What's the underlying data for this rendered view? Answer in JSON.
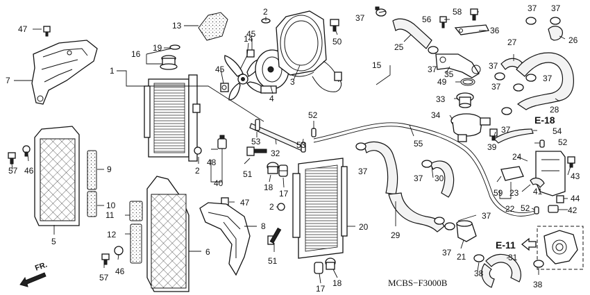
{
  "diagram": {
    "code": "MCBS−F3000B",
    "front_label": "FR.",
    "refs": {
      "e18": "E-18",
      "e11": "E-11"
    },
    "callouts": {
      "c1": "1",
      "c2a": "2",
      "c2b": "2",
      "c2c": "2",
      "c3": "3",
      "c4": "4",
      "c5": "5",
      "c6": "6",
      "c7": "7",
      "c8": "8",
      "c9": "9",
      "c10": "10",
      "c11": "11",
      "c12": "12",
      "c13": "13",
      "c14": "14",
      "c15": "15",
      "c16": "16",
      "c17a": "17",
      "c17b": "17",
      "c18a": "18",
      "c18b": "18",
      "c19": "19",
      "c20": "20",
      "c21": "21",
      "c22": "22",
      "c23": "23",
      "c24": "24",
      "c25": "25",
      "c26": "26",
      "c27": "27",
      "c28": "28",
      "c29": "29",
      "c30": "30",
      "c31": "31",
      "c32": "32",
      "c33": "33",
      "c34": "34",
      "c35": "35",
      "c36": "36",
      "c37a": "37",
      "c37b": "37",
      "c37c": "37",
      "c37d": "37",
      "c37e": "37",
      "c37f": "37",
      "c37g": "37",
      "c37h": "37",
      "c37i": "37",
      "c37j": "37",
      "c37k": "37",
      "c37l": "37",
      "c38a": "38",
      "c38b": "38",
      "c39": "39",
      "c40": "40",
      "c41": "41",
      "c42": "42",
      "c43": "43",
      "c44": "44",
      "c45a": "45",
      "c45b": "45",
      "c46a": "46",
      "c46b": "46",
      "c47a": "47",
      "c47b": "47",
      "c48": "48",
      "c49": "49",
      "c50": "50",
      "c51a": "51",
      "c51b": "51",
      "c52a": "52",
      "c52b": "52",
      "c52c": "52",
      "c53a": "53",
      "c53b": "53",
      "c54": "54",
      "c55": "55",
      "c56": "56",
      "c57a": "57",
      "c57b": "57",
      "c58": "58",
      "c59": "59"
    }
  }
}
